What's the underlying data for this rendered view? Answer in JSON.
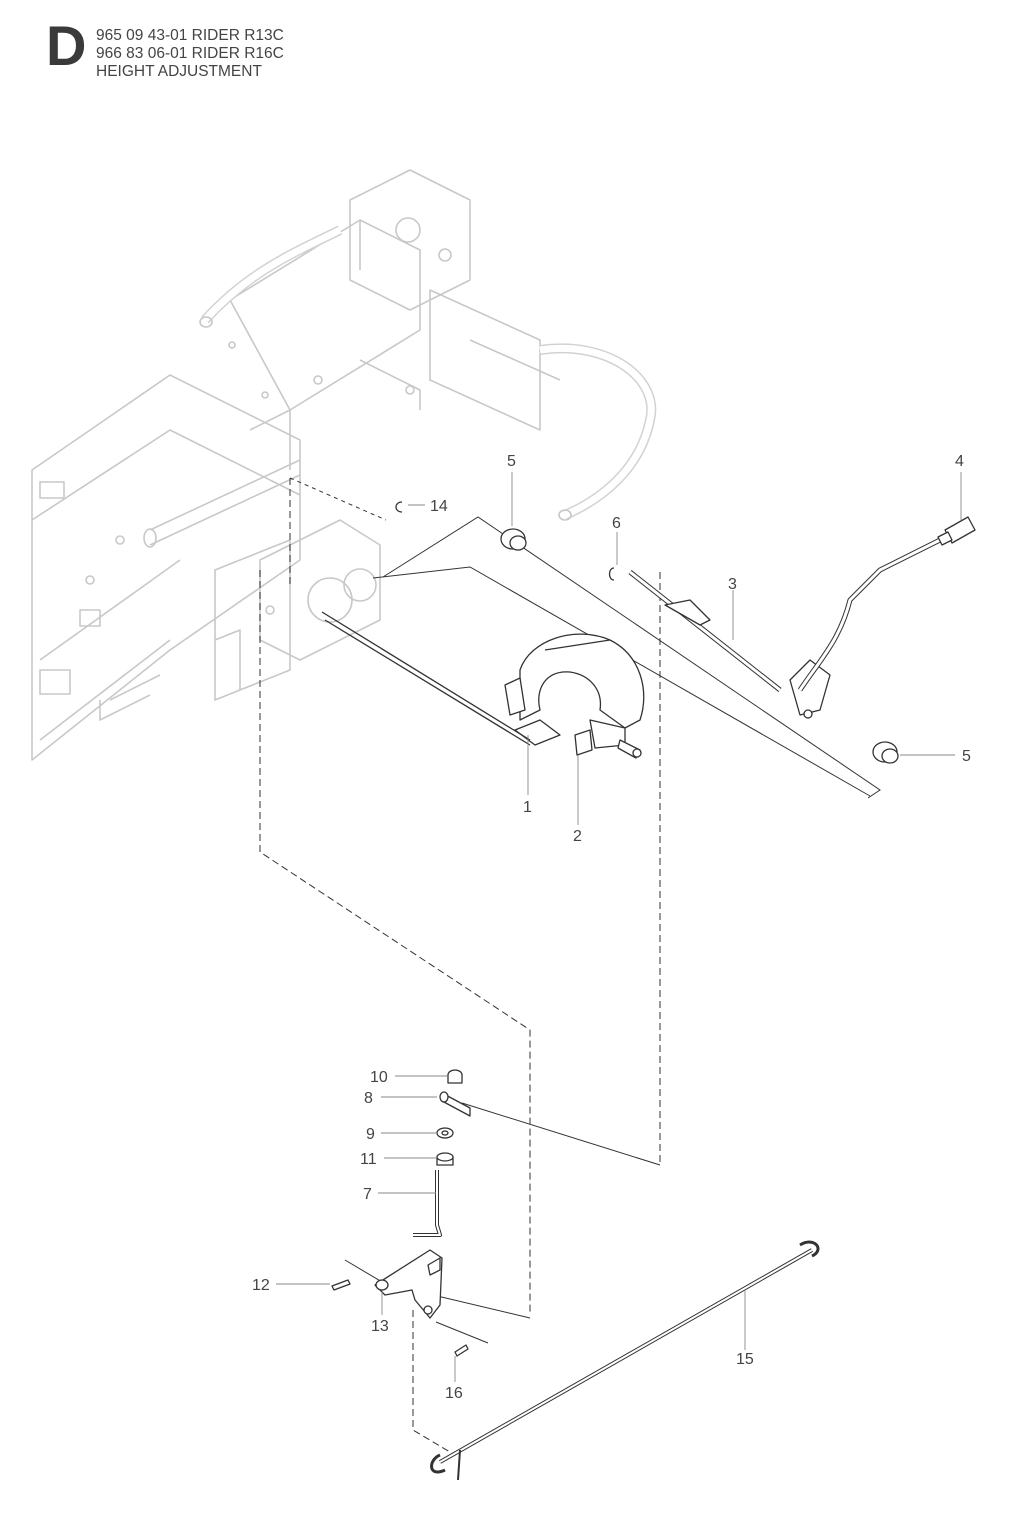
{
  "header": {
    "section_letter": "D",
    "line1": "965 09 43-01 RIDER R13C",
    "line2": "966 83 06-01 RIDER R16C",
    "line3": "HEIGHT ADJUSTMENT"
  },
  "callouts": [
    {
      "id": "c1",
      "label": "1"
    },
    {
      "id": "c2",
      "label": "2"
    },
    {
      "id": "c3",
      "label": "3"
    },
    {
      "id": "c4",
      "label": "4"
    },
    {
      "id": "c5a",
      "label": "5"
    },
    {
      "id": "c5b",
      "label": "5"
    },
    {
      "id": "c6",
      "label": "6"
    },
    {
      "id": "c7",
      "label": "7"
    },
    {
      "id": "c8",
      "label": "8"
    },
    {
      "id": "c9",
      "label": "9"
    },
    {
      "id": "c10",
      "label": "10"
    },
    {
      "id": "c11",
      "label": "11"
    },
    {
      "id": "c12",
      "label": "12"
    },
    {
      "id": "c13",
      "label": "13"
    },
    {
      "id": "c14",
      "label": "14"
    },
    {
      "id": "c15",
      "label": "15"
    },
    {
      "id": "c16",
      "label": "16"
    }
  ],
  "colors": {
    "frame_line": "#c8c8c8",
    "part_line": "#333333",
    "leader_line": "#888888"
  }
}
